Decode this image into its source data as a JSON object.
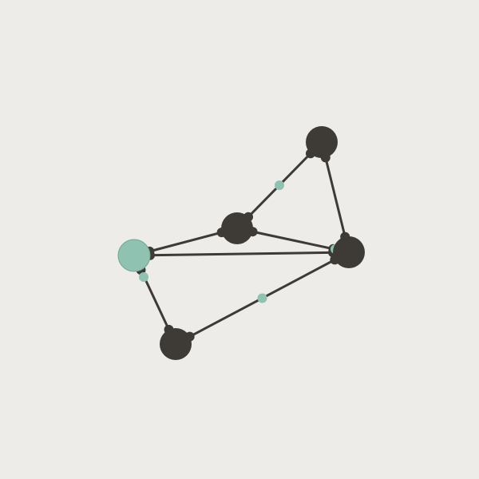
{
  "colors": {
    "background": "#edece8",
    "node_default": "#3e3a36",
    "node_selected": "#8fc2b1",
    "edge": "#3e3a36",
    "marker_teal": "#8fc2b1",
    "marker_dark": "#3e3a36"
  },
  "game": {
    "nodes": [
      {
        "id": "n1",
        "state": "default"
      },
      {
        "id": "n2",
        "state": "default"
      },
      {
        "id": "n3",
        "state": "selected"
      },
      {
        "id": "n4",
        "state": "default"
      },
      {
        "id": "n5",
        "state": "default"
      }
    ],
    "edges": [
      {
        "from": "n1",
        "to": "n2",
        "midpoint_marker": true
      },
      {
        "from": "n1",
        "to": "n4",
        "midpoint_marker": false
      },
      {
        "from": "n2",
        "to": "n3",
        "midpoint_marker": false
      },
      {
        "from": "n2",
        "to": "n4",
        "midpoint_marker": false
      },
      {
        "from": "n3",
        "to": "n4",
        "midpoint_marker": false
      },
      {
        "from": "n3",
        "to": "n5",
        "midpoint_marker": false
      },
      {
        "from": "n5",
        "to": "n4",
        "midpoint_marker": true
      }
    ]
  }
}
